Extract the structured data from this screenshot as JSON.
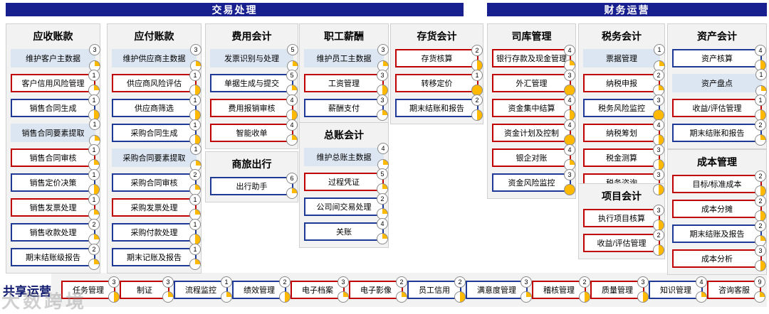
{
  "banners": [
    {
      "label": "交易处理"
    },
    {
      "label": "财务运营"
    }
  ],
  "colors": {
    "banner_bg": "#181f8f",
    "red_border": "#c00000",
    "blue_border": "#1e3a96",
    "light_blue_fill": "#dce6f2",
    "pie_yellow": "#ffb900"
  },
  "groups": [
    {
      "id": "accounts-receivable",
      "title": "应收账款",
      "items": [
        {
          "label": "维护客户主数据",
          "count": "3",
          "style": "fill",
          "pie": 25
        },
        {
          "label": "客户信用风险管理",
          "count": "1",
          "style": "red",
          "pie": 25
        },
        {
          "label": "销售合同生成",
          "count": "1",
          "style": "blue",
          "pie": 50
        },
        {
          "label": "销售合同要素提取",
          "count": "1",
          "style": "fill",
          "pie": 25
        },
        {
          "label": "销售合同审核",
          "count": "1",
          "style": "red",
          "pie": 25
        },
        {
          "label": "销售定价决策",
          "count": "1",
          "style": "blue",
          "pie": 50
        },
        {
          "label": "销售发票处理",
          "count": "1",
          "style": "red",
          "pie": 25
        },
        {
          "label": "销售收款处理",
          "count": "2",
          "style": "blue",
          "pie": 25
        },
        {
          "label": "期末结账级报告",
          "count": "2",
          "style": "blue",
          "pie": 25
        }
      ]
    },
    {
      "id": "accounts-payable",
      "title": "应付账款",
      "items": [
        {
          "label": "维护供应商主数据",
          "count": "3",
          "style": "fill",
          "pie": 25
        },
        {
          "label": "供应商风险评估",
          "count": "1",
          "style": "red",
          "pie": 50
        },
        {
          "label": "供应商筛选",
          "count": "1",
          "style": "blue",
          "pie": 50
        },
        {
          "label": "采购合同生成",
          "count": "1",
          "style": "blue",
          "pie": 50
        },
        {
          "label": "采购合同要素提取",
          "count": "1",
          "style": "fill",
          "pie": 25
        },
        {
          "label": "采购合同审核",
          "count": "2",
          "style": "blue",
          "pie": 25
        },
        {
          "label": "采购发票处理",
          "count": "1",
          "style": "red",
          "pie": 25
        },
        {
          "label": "采购付款处理",
          "count": "1",
          "style": "blue",
          "pie": 50
        },
        {
          "label": "期末记账及报告",
          "count": "1",
          "style": "blue",
          "pie": 25
        }
      ]
    },
    {
      "id": "expense-accounting",
      "title": "费用会计",
      "items": [
        {
          "label": "发票识别与处理",
          "count": "5",
          "style": "fill",
          "pie": 25
        },
        {
          "label": "单据生成与提交",
          "count": "5",
          "style": "blue",
          "pie": 25
        },
        {
          "label": "费用报销审核",
          "count": "4",
          "style": "red",
          "pie": 50
        },
        {
          "label": "智能收单",
          "count": "4",
          "style": "red",
          "pie": 25
        }
      ]
    },
    {
      "id": "business-travel",
      "title": "商旅出行",
      "items": [
        {
          "label": "出行助手",
          "count": "6",
          "style": "blue",
          "pie": 25
        }
      ]
    },
    {
      "id": "payroll",
      "title": "职工薪酬",
      "items": [
        {
          "label": "维护员工主数据",
          "count": "3",
          "style": "fill",
          "pie": 25
        },
        {
          "label": "工资管理",
          "count": "3",
          "style": "red",
          "pie": 50
        },
        {
          "label": "薪酬支付",
          "count": "3",
          "style": "blue",
          "pie": 25
        }
      ]
    },
    {
      "id": "general-ledger",
      "title": "总账会计",
      "items": [
        {
          "label": "维护总账主数据",
          "count": "4",
          "style": "fill",
          "pie": 25
        },
        {
          "label": "过程凭证",
          "count": "5",
          "style": "red",
          "pie": 25
        },
        {
          "label": "公司间交易处理",
          "count": "2",
          "style": "blue",
          "pie": 25
        },
        {
          "label": "关账",
          "count": "4",
          "style": "blue",
          "pie": 25
        }
      ]
    },
    {
      "id": "inventory-accounting",
      "title": "存货会计",
      "items": [
        {
          "label": "存货核算",
          "count": "2",
          "style": "red",
          "pie": 50
        },
        {
          "label": "转移定价",
          "count": "1",
          "style": "red",
          "pie": 100
        },
        {
          "label": "期末结账和报告",
          "count": "2",
          "style": "blue",
          "pie": 50
        }
      ]
    },
    {
      "id": "treasury",
      "title": "司库管理",
      "items": [
        {
          "label": "银行存款及现金管理",
          "count": "4",
          "style": "red",
          "pie": 25
        },
        {
          "label": "外汇管理",
          "count": "3",
          "style": "red",
          "pie": 100
        },
        {
          "label": "资金集中结算",
          "count": "4",
          "style": "red",
          "pie": 50
        },
        {
          "label": "资金计划及控制",
          "count": "4",
          "style": "red",
          "pie": 100
        },
        {
          "label": "银企对账",
          "count": "4",
          "style": "red",
          "pie": 25
        },
        {
          "label": "资金风险监控",
          "count": "3",
          "style": "blue",
          "pie": 100
        }
      ]
    },
    {
      "id": "tax-accounting",
      "title": "税务会计",
      "items": [
        {
          "label": "票据管理",
          "count": "1",
          "style": "fill",
          "pie": 25
        },
        {
          "label": "纳税申报",
          "count": "2",
          "style": "red",
          "pie": 25
        },
        {
          "label": "税务风险监控",
          "count": "3",
          "style": "blue",
          "pie": 100
        },
        {
          "label": "纳税筹划",
          "count": "4",
          "style": "red",
          "pie": 50
        },
        {
          "label": "税金测算",
          "count": "3",
          "style": "red",
          "pie": 50
        },
        {
          "label": "税务咨询",
          "count": "3",
          "style": "red",
          "pie": 50
        }
      ]
    },
    {
      "id": "project-accounting",
      "title": "项目会计",
      "items": [
        {
          "label": "执行项目核算",
          "count": "3",
          "style": "red",
          "pie": 50
        },
        {
          "label": "收益/评估管理",
          "count": "2",
          "style": "red",
          "pie": 50
        }
      ]
    },
    {
      "id": "asset-accounting",
      "title": "资产会计",
      "items": [
        {
          "label": "资产核算",
          "count": "4",
          "style": "blue",
          "pie": 50
        },
        {
          "label": "资产盘点",
          "count": "1",
          "style": "fill",
          "pie": 25
        },
        {
          "label": "收益/评估管理",
          "count": "1",
          "style": "red",
          "pie": 50
        },
        {
          "label": "期末结账和报告",
          "count": "2",
          "style": "blue",
          "pie": 25
        }
      ]
    },
    {
      "id": "cost-management",
      "title": "成本管理",
      "items": [
        {
          "label": "目标/标准成本",
          "count": "2",
          "style": "red",
          "pie": 50
        },
        {
          "label": "成本分摊",
          "count": "2",
          "style": "red",
          "pie": 50
        },
        {
          "label": "期末结账及报告",
          "count": "2",
          "style": "blue",
          "pie": 25
        },
        {
          "label": "成本分析",
          "count": "3",
          "style": "red",
          "pie": 50
        }
      ]
    }
  ],
  "shared_operations": {
    "title": "共享运营",
    "items": [
      {
        "label": "任务管理",
        "count": "3",
        "style": "red",
        "pie": 50
      },
      {
        "label": "制证",
        "count": "3",
        "style": "red",
        "pie": 25
      },
      {
        "label": "流程监控",
        "count": "1",
        "style": "blue",
        "pie": 25
      },
      {
        "label": "绩效管理",
        "count": "2",
        "style": "blue",
        "pie": 50
      },
      {
        "label": "电子档案",
        "count": "3",
        "style": "red",
        "pie": 25
      },
      {
        "label": "电子影像",
        "count": "2",
        "style": "red",
        "pie": 25
      },
      {
        "label": "员工信用",
        "count": "2",
        "style": "blue",
        "pie": 50
      },
      {
        "label": "满意度管理",
        "count": "3",
        "style": "blue",
        "pie": 25
      },
      {
        "label": "稽核管理",
        "count": "2",
        "style": "red",
        "pie": 50
      },
      {
        "label": "质量管理",
        "count": "3",
        "style": "red",
        "pie": 50
      },
      {
        "label": "知识管理",
        "count": "4",
        "style": "blue",
        "pie": 25
      },
      {
        "label": "咨询客服",
        "count": "9",
        "style": "red",
        "pie": 25
      }
    ]
  },
  "watermark": "大数跨境"
}
